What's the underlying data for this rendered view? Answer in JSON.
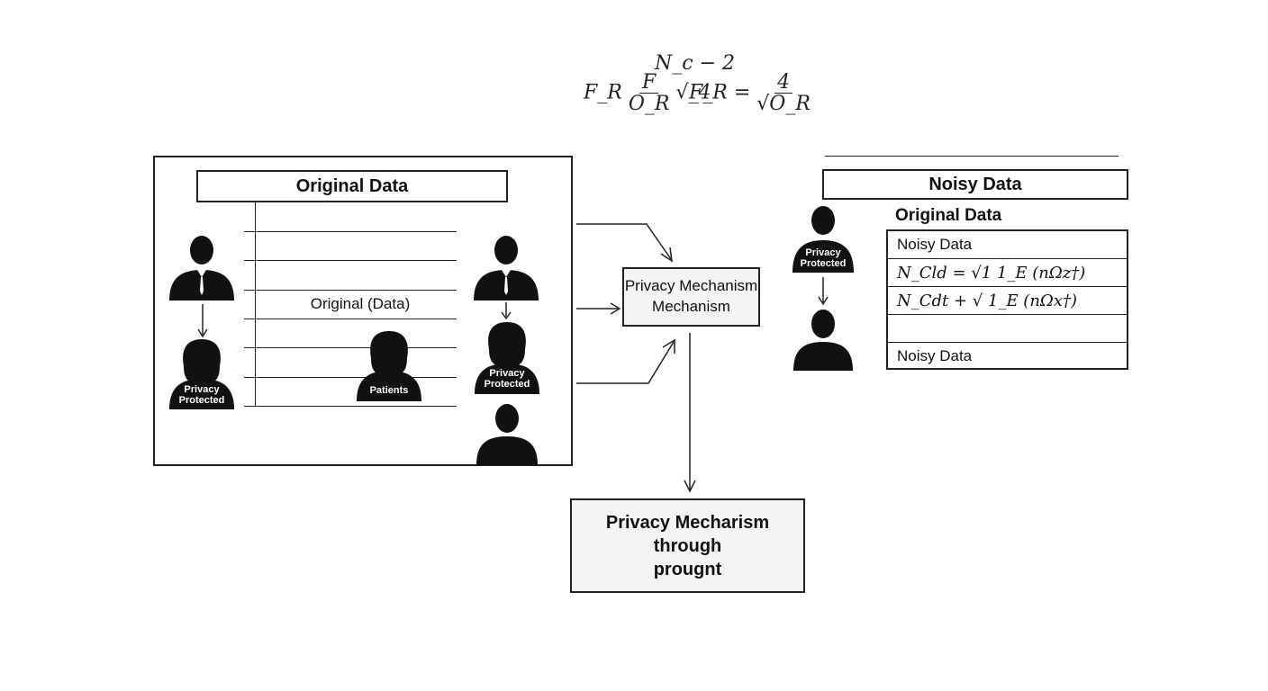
{
  "formulas": {
    "top": "N_c − 2",
    "left_prefix": "F_R",
    "left_num": "F",
    "left_den": "O_R",
    "left_suffix": "√_4",
    "right_prefix": "F_R =",
    "right_num": "4",
    "right_den": "√O_R"
  },
  "original_box": {
    "title": "Original Data",
    "center_label": "Original (Data)",
    "badge_left": "Privacy\nProtected",
    "badge_center": "Patients",
    "badge_right": "Privacy\nProtected"
  },
  "mechanism_box": {
    "label": "Privacy Mechanism\nMechanism"
  },
  "output_box": {
    "label": "Privacy Mecharism\nthrough\nprougnt"
  },
  "noisy_panel": {
    "title": "Noisy Data",
    "subtitle": "Original Data",
    "badge": "Privacy\nProtected",
    "rows": [
      "Noisy Data",
      "N_Cld = √1 1_E (nΩz†)",
      "N_Cdt + √ 1_E (nΩx†)",
      "",
      "Noisy Data"
    ]
  },
  "colors": {
    "stroke": "#222222",
    "silhouette": "#111111",
    "box_fill": "#f3f4f3"
  }
}
